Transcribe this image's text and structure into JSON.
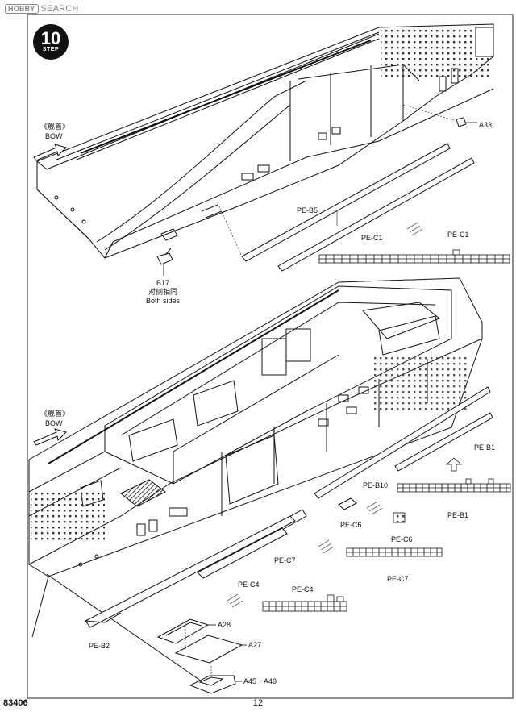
{
  "watermark": {
    "badge": "HOBBY",
    "text": "SEARCH"
  },
  "step": {
    "number": "10",
    "word": "STEP"
  },
  "bow": {
    "chinese": "《舰首》",
    "english": "BOW"
  },
  "parts": {
    "a33": "A33",
    "pe_b5": "PE-B5",
    "pe_c1": "PE-C1",
    "b17": "B17",
    "both_sides_cn": "对侧相同",
    "both_sides_en": "Both sides",
    "pe_b1": "PE-B1",
    "pe_b10": "PE-B10",
    "pe_c6": "PE-C6",
    "pe_c7": "PE-C7",
    "pe_c4": "PE-C4",
    "a28": "A28",
    "a27": "A27",
    "pe_b2": "PE-B2",
    "a45_a49": "A45＋A49"
  },
  "footer": {
    "code": "83406",
    "page": "12"
  }
}
